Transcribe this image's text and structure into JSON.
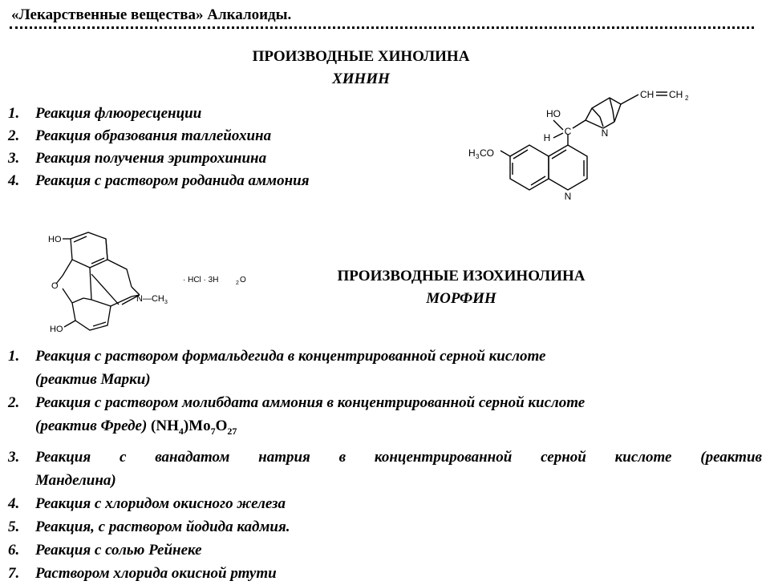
{
  "header": {
    "title": "«Лекарственные вещества» Алкалоиды."
  },
  "quinoline": {
    "title": "ПРОИЗВОДНЫЕ ХИНОЛИНА",
    "subtitle": "ХИНИН",
    "reactions": [
      {
        "num": "1.",
        "text": "Реакция флюоресценции"
      },
      {
        "num": "2.",
        "text": "Реакция образования таллейохина"
      },
      {
        "num": "3.",
        "text": "Реакция получения эритрохинина"
      },
      {
        "num": "4.",
        "text": "Реакция с раствором роданида аммония"
      }
    ],
    "structure_labels": {
      "ho": "HO",
      "h": "H",
      "c": "C",
      "n_bicyclic": "N",
      "vinyl_ch": "CH",
      "vinyl_ch2": "CH",
      "vinyl_2": "2",
      "methoxy_h": "H",
      "methoxy_3": "3",
      "methoxy_co": "CO",
      "n_ring": "N"
    }
  },
  "isoquinoline": {
    "title": "ПРОИЗВОДНЫЕ ИЗОХИНОЛИНА",
    "subtitle": "МОРФИН",
    "structure_labels": {
      "ho_top": "HO",
      "o_bridge": "O",
      "ho_bottom": "HO",
      "n_methyl": "N—CH",
      "n_methyl_3": "3",
      "salt": "· HCl · 3H",
      "salt_2": "2",
      "salt_o": "O"
    },
    "reactions": [
      {
        "num": "1.",
        "text": "Реакция с раствором формальдегида в концентрированной серной кислоте",
        "line2": "(реактив Марки)"
      },
      {
        "num": "2.",
        "text": "Реакция с раствором молибдата аммония в концентрированной серной кислоте",
        "line2": "(реактив Фреде)",
        "formula": {
          "a": "(NH",
          "a_sub": "4",
          "b": ")Mo",
          "b_sub": "7",
          "c": "O",
          "c_sub": "27"
        }
      },
      {
        "num": "3.",
        "text": "Реакция с ванадатом натрия в концентрированной серной кислоте (реактив",
        "line2": "Манделина)"
      },
      {
        "num": "4.",
        "text": "Реакция с хлоридом окисного железа"
      },
      {
        "num": "5.",
        "text": "Реакция, с раствором йодида кадмия."
      },
      {
        "num": "6.",
        "text": "Реакция с солью Рейнеке"
      },
      {
        "num": "7.",
        "text": "Раствором хлорида окисной ртути"
      }
    ]
  }
}
